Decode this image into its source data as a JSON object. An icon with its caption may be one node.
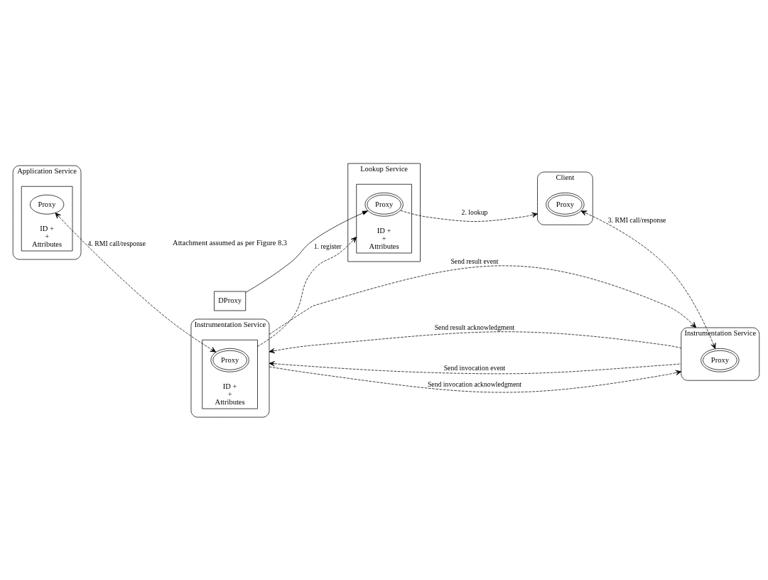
{
  "diagram": {
    "nodes": [
      {
        "text": [
          "Lookup Service"
        ]
      },
      {
        "text": [
          "ID +",
          "+",
          "Attributes"
        ],
        "in": 0
      },
      {
        "text": [
          "Proxy"
        ],
        "in": 1
      },
      {
        "text": [
          "DProxy"
        ]
      },
      {
        "text": [
          "Application Service"
        ]
      },
      {
        "text": [
          "ID +",
          "+",
          "Attributes"
        ],
        "in": 4
      },
      {
        "text": [
          "Proxy"
        ],
        "in": 5
      },
      {
        "text": [
          "Client"
        ]
      },
      {
        "text": [
          "Proxy"
        ],
        "in": 7
      },
      {
        "text": [
          "Instrumentation Service"
        ]
      },
      {
        "text": [
          "ID +",
          "+",
          "Attributes"
        ],
        "in": 9
      },
      {
        "text": [
          "Proxy"
        ],
        "in": 10
      },
      {
        "text": [
          "Instrumentation Service"
        ]
      },
      {
        "text": [
          "Proxy"
        ],
        "in": 12
      }
    ],
    "edges": [
      {
        "from": 3,
        "to": 2,
        "arrow": "to"
      },
      {
        "from": 10,
        "to": 1,
        "arrow": "to",
        "label": "1. register",
        "style": "dashed"
      },
      {
        "from": 2,
        "to": 7,
        "arrow": "to",
        "label": "2. lookup",
        "style": "dashed"
      },
      {
        "from": 8,
        "to": 13,
        "arrow": "both",
        "label": "3. RMI call/response",
        "style": "dashed"
      },
      {
        "from": 6,
        "to": 11,
        "arrow": "both",
        "label": "4. RMI call/response",
        "style": "dashed"
      },
      {
        "from": 12,
        "to": 9,
        "arrow": "to",
        "label": "Send invocation event",
        "style": "dashed"
      },
      {
        "from": 9,
        "to": 12,
        "arrow": "to",
        "label": "Send invocation acknowledgment",
        "style": "dashed"
      },
      {
        "from": 9,
        "to": 12,
        "arrow": "to",
        "label": "Send result event",
        "style": "dashed"
      },
      {
        "from": 12,
        "to": 9,
        "arrow": "to",
        "label": "Send result acknowledgment",
        "style": "dashed"
      }
    ],
    "labels": [
      "Attachment assumed as per Figure 8.3"
    ]
  }
}
